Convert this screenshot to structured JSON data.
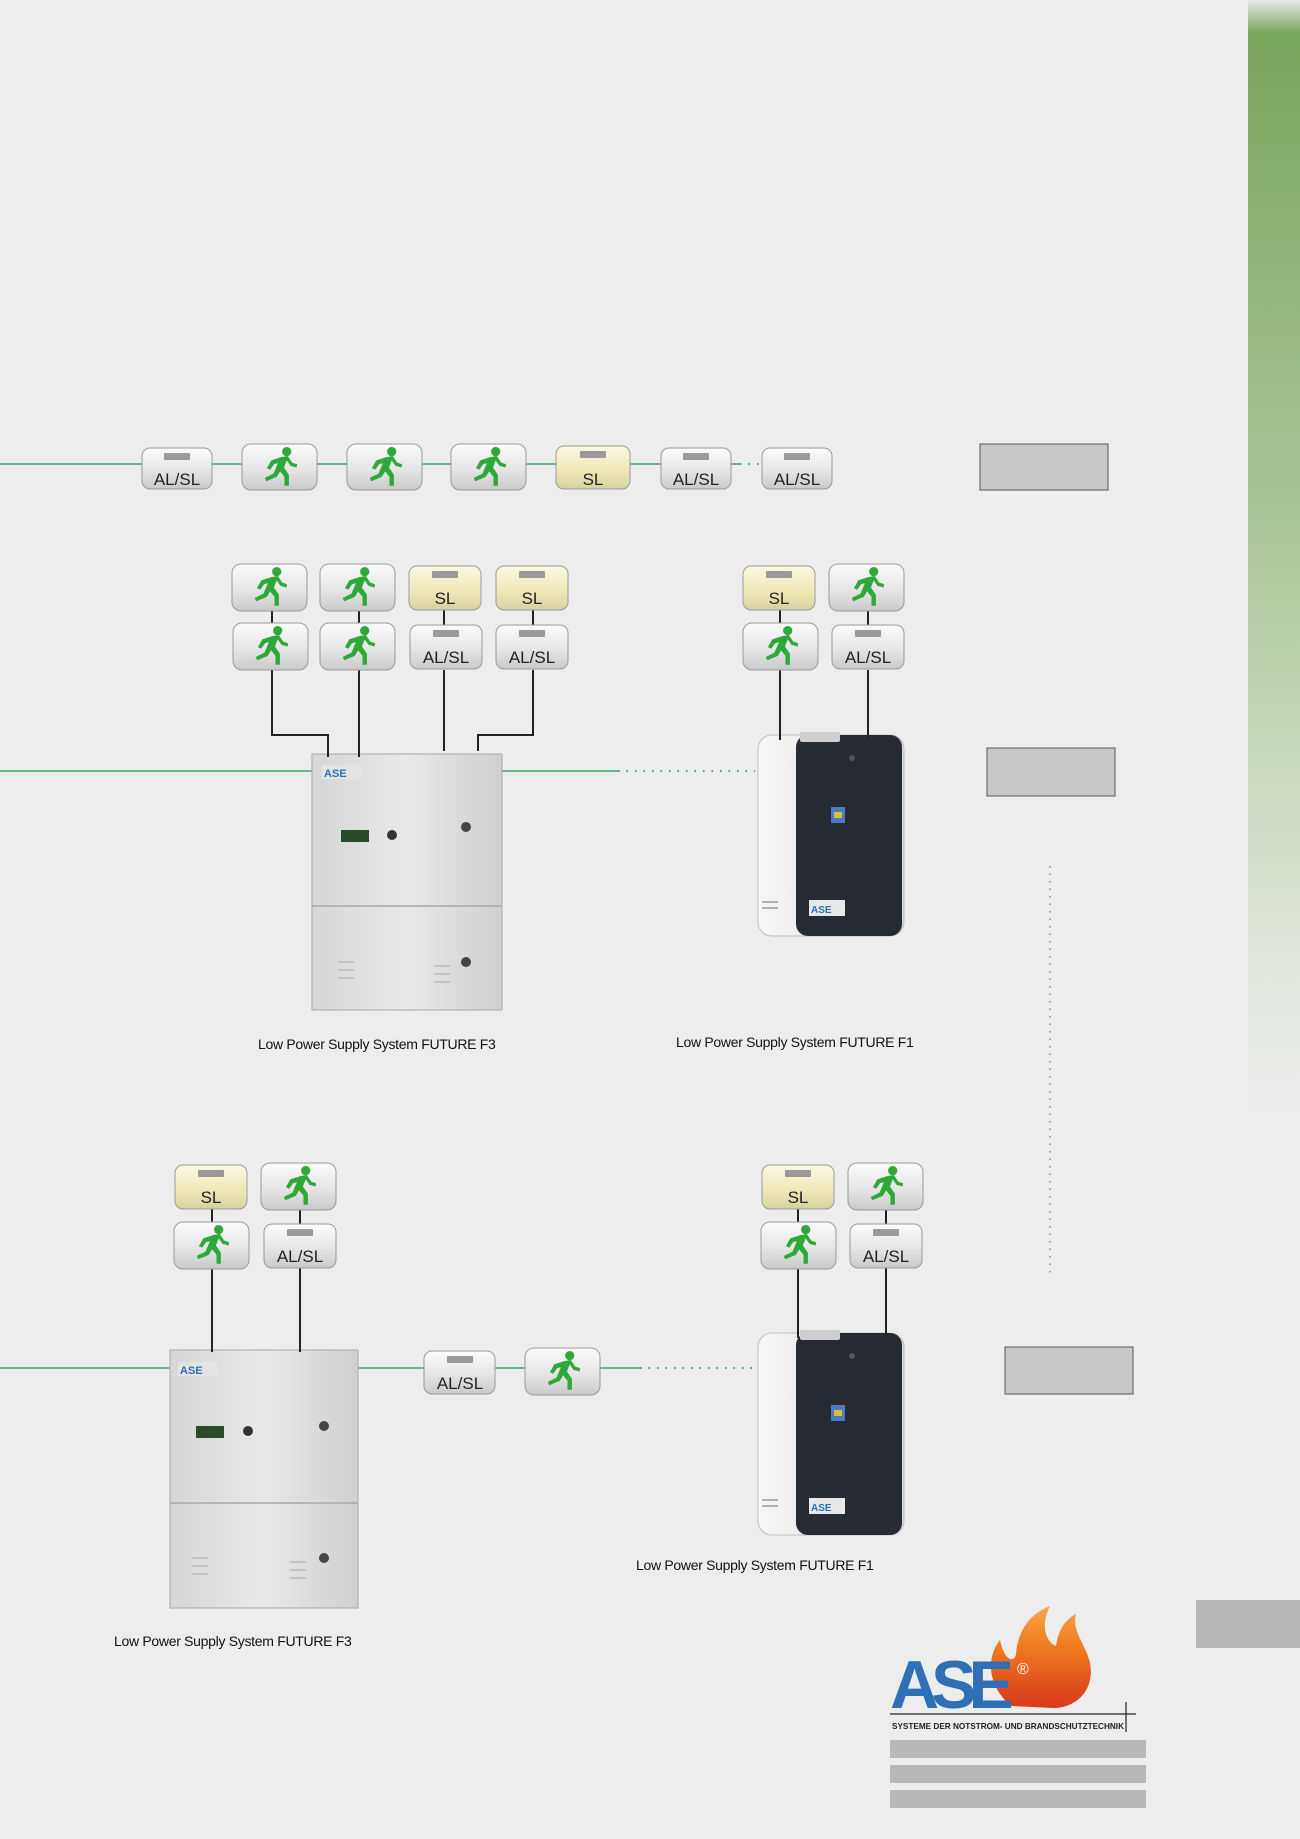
{
  "labels": {
    "al_sl": "AL/SL",
    "sl": "SL"
  },
  "captions": {
    "f3_top": "Low Power Supply System FUTURE F3",
    "f1_top": "Low Power Supply System FUTURE F1",
    "f3_bottom": "Low Power Supply System FUTURE F3",
    "f1_bottom": "Low Power Supply System FUTURE F1"
  },
  "logo": {
    "brand": "ASE",
    "registered": "®",
    "tagline": "SYSTEME DER NOTSTROM- UND BRANDSCHUTZTECHNIK",
    "panel_brand": "ASE"
  },
  "colors": {
    "accent_green": "#7aa55c",
    "line_green": "#3aa86a",
    "figure_green": "#2fa83a",
    "light_yellow": "#f1ecc0",
    "box_grey": "#c8c8c8",
    "logo_blue": "#2e6fb5",
    "flame_orange": "#f07a1e"
  },
  "icons": {
    "running_man": "running-man-icon",
    "luminaire": "luminaire-icon",
    "flame": "flame-icon"
  }
}
